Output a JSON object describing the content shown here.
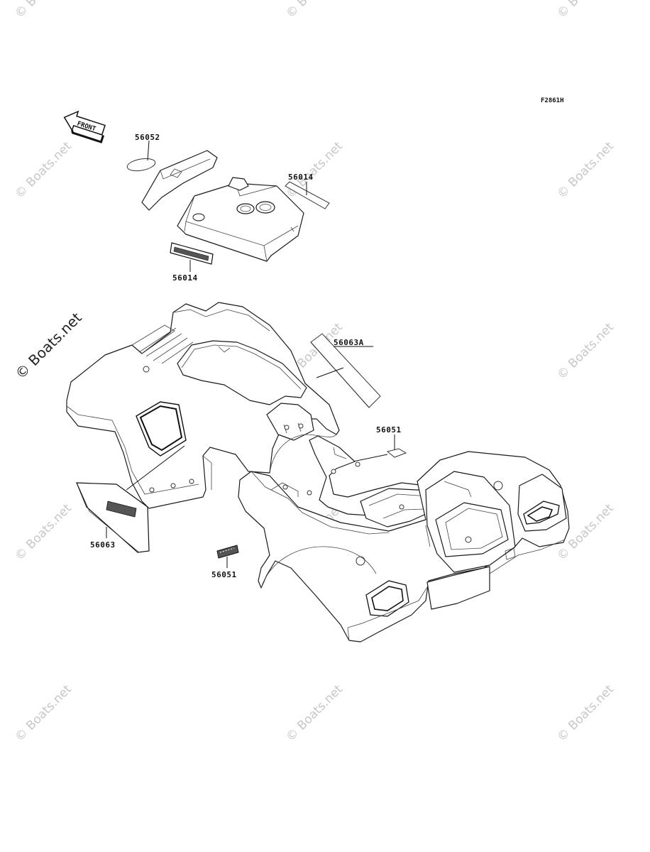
{
  "figure_code": "F2861H",
  "front_arrow_text": "FRONT",
  "watermark_text": "© Boats.net",
  "callouts": [
    {
      "id": "c-56052",
      "label": "56052"
    },
    {
      "id": "c-56014-top",
      "label": "56014"
    },
    {
      "id": "c-56014-bottom",
      "label": "56014"
    },
    {
      "id": "c-56063a",
      "label": "56063A"
    },
    {
      "id": "c-56051-right",
      "label": "56051"
    },
    {
      "id": "c-56063",
      "label": "56063"
    },
    {
      "id": "c-56051-bottom",
      "label": "56051"
    }
  ]
}
